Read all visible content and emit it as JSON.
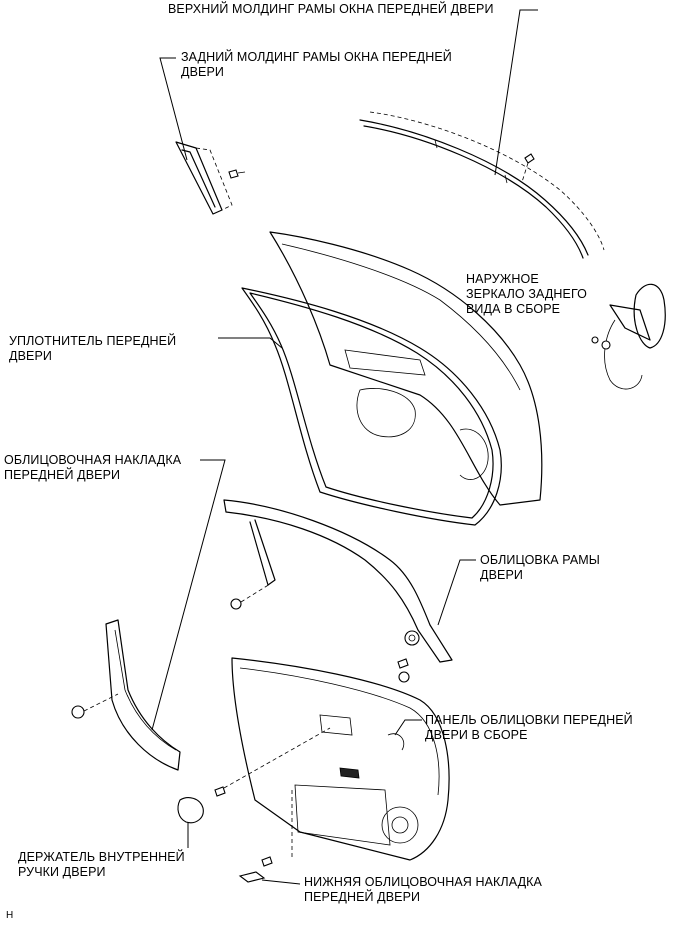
{
  "labels": {
    "upper_molding": "ВЕРХНИЙ МОЛДИНГ РАМЫ ОКНА ПЕРЕДНЕЙ ДВЕРИ",
    "rear_molding": [
      "ЗАДНИЙ МОЛДИНГ РАМЫ ОКНА ПЕРЕДНЕЙ",
      "ДВЕРИ"
    ],
    "mirror": [
      "НАРУЖНОЕ",
      "ЗЕРКАЛО ЗАДНЕГО",
      "ВИДА В СБОРЕ"
    ],
    "weatherstrip": [
      "УПЛОТНИТЕЛЬ ПЕРЕДНЕЙ",
      "ДВЕРИ"
    ],
    "garnish": [
      "ОБЛИЦОВОЧНАЯ НАКЛАДКА",
      "ПЕРЕДНЕЙ ДВЕРИ"
    ],
    "frame_trim": [
      "ОБЛИЦОВКА РАМЫ",
      "ДВЕРИ"
    ],
    "trim_panel": [
      "ПАНЕЛЬ ОБЛИЦОВКИ ПЕРЕДНЕЙ",
      "ДВЕРИ В СБОРЕ"
    ],
    "handle_bezel": [
      "ДЕРЖАТЕЛЬ ВНУТРЕННЕЙ",
      "РУЧКИ ДВЕРИ"
    ],
    "lower_garnish": [
      "НИЖНЯЯ ОБЛИЦОВОЧНАЯ НАКЛАДКА",
      "ПЕРЕДНЕЙ ДВЕРИ"
    ]
  },
  "corner_mark": "H"
}
